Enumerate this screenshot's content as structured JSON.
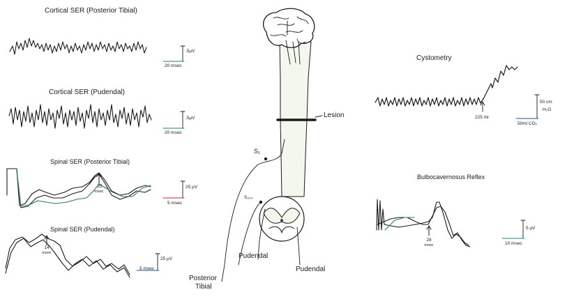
{
  "panels": {
    "cortical_tibial": {
      "title": "Cortical SER (Posterior Tibial)",
      "scale_v": ".5µV",
      "scale_t": "20 msec"
    },
    "cortical_pudendal": {
      "title": "Cortical SER (Pudendal)",
      "scale_v": ".5µV",
      "scale_t": "20 msec"
    },
    "spinal_tibial": {
      "title": "Spinal SER (Posterior Tibial)",
      "scale_v": "25 µV",
      "scale_t": "5 msec",
      "latency_value": "25",
      "latency_unit": "msec"
    },
    "spinal_pudendal": {
      "title": "Spinal SER (Pudendal)",
      "scale_v": "25 µV",
      "scale_t": "5 msec",
      "latency_value": "14",
      "latency_unit": "msec"
    },
    "cystometry": {
      "title": "Cystometry",
      "volume": "225 ml",
      "scale_v1": "50 cm",
      "scale_v2": "H₂O",
      "scale_t": "50ml CO₂"
    },
    "bulbocavernosus": {
      "title": "Bulbocavernosus Reflex",
      "scale_v": "5 µV",
      "scale_t": "10 msec",
      "latency_value": "28",
      "latency_unit": "msec"
    }
  },
  "anatomy": {
    "lesion": "Lesion",
    "s1": "S₁",
    "s234": "S₂₃₄",
    "pudendal_left": "Pudendal",
    "pudendal_right": "Pudendal",
    "posterior": "Posterior",
    "tibial": "Tibial"
  }
}
